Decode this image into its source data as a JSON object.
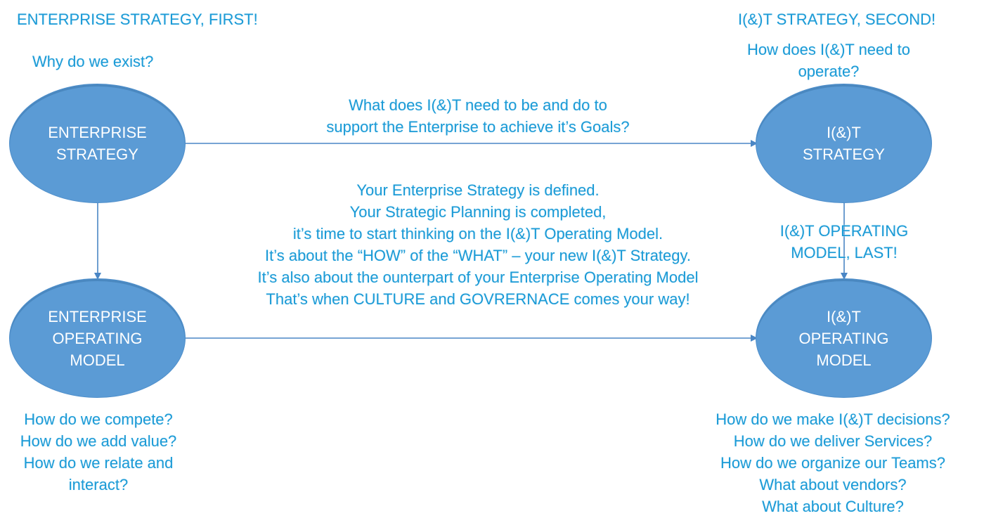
{
  "headings": {
    "enterprise_first": "ENTERPRISE STRATEGY, FIRST!",
    "it_second": "I(&)T STRATEGY, SECOND!",
    "it_op_last": [
      "I(&)T OPERATING",
      "MODEL, LAST!"
    ]
  },
  "questions": {
    "why_exist": "Why do we exist?",
    "it_operate": [
      "How does I(&)T need to",
      "operate?"
    ],
    "arrow_question": [
      "What does I(&)T need to be and do to",
      "support the Enterprise to achieve it’s Goals?"
    ],
    "enterprise_op": [
      "How do we compete?",
      "How do we add value?",
      "How do we relate and",
      "interact?"
    ],
    "it_op": [
      "How do we make I(&)T decisions?",
      "How do we deliver Services?",
      "How do we organize our Teams?",
      "What about vendors?",
      "What about Culture?"
    ]
  },
  "center_text": [
    "Your Enterprise Strategy is defined.",
    "Your Strategic Planning is completed,",
    "it’s time to start thinking on the I(&)T Operating Model.",
    "It’s about the “HOW” of the “WHAT” – your new I(&)T Strategy.",
    "It’s also about the ounterpart of your Enterprise Operating Model",
    "That’s when CULTURE and GOVRERNACE comes your way!"
  ],
  "nodes": {
    "enterprise_strategy": [
      "ENTERPRISE",
      "STRATEGY"
    ],
    "it_strategy": [
      "I(&)T",
      "STRATEGY"
    ],
    "enterprise_operating_model": [
      "ENTERPRISE",
      "OPERATING",
      "MODEL"
    ],
    "it_operating_model": [
      "I(&)T",
      "OPERATING",
      "MODEL"
    ]
  },
  "colors": {
    "text": "#1a9ad6",
    "node_fill": "#5b9bd5",
    "node_text": "#ffffff",
    "arrow": "#4a86c5"
  }
}
